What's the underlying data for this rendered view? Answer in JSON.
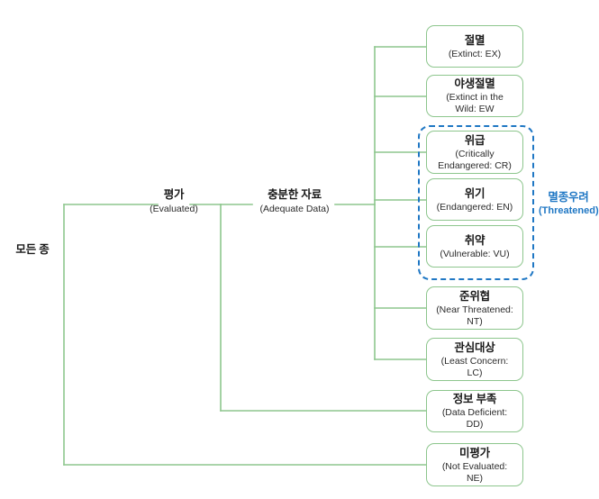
{
  "diagram": {
    "title": "IUCN Red List Categories",
    "colors": {
      "box_border": "#8DC68D",
      "connector": "#8DC68D",
      "group_outline": "#1F77C4",
      "group_label": "#1F77C4",
      "text": "#1a1a1a",
      "background": "#ffffff"
    }
  },
  "stages": [
    {
      "id": "all-species",
      "ko": "모든 종",
      "en": ""
    },
    {
      "id": "evaluated",
      "ko": "평가",
      "en": "(Evaluated)"
    },
    {
      "id": "adequate-data",
      "ko": "충분한 자료",
      "en": "(Adequate Data)"
    }
  ],
  "categories": [
    {
      "id": "extinct",
      "ko": "절멸",
      "en": "(Extinct: EX)",
      "code": "EX"
    },
    {
      "id": "extinct-in-the-wild",
      "ko": "야생절멸",
      "en": "(Extinct in the\nWild: EW",
      "code": "EW"
    },
    {
      "id": "critically-endangered",
      "ko": "위급",
      "en": "(Critically\nEndangered: CR)",
      "code": "CR"
    },
    {
      "id": "endangered",
      "ko": "위기",
      "en": "(Endangered: EN)",
      "code": "EN"
    },
    {
      "id": "vulnerable",
      "ko": "취약",
      "en": "(Vulnerable: VU)",
      "code": "VU"
    },
    {
      "id": "near-threatened",
      "ko": "준위협",
      "en": "(Near Threatened:\nNT)",
      "code": "NT"
    },
    {
      "id": "least-concern",
      "ko": "관심대상",
      "en": "(Least Concern:\nLC)",
      "code": "LC"
    },
    {
      "id": "data-deficient",
      "ko": "정보 부족",
      "en": "(Data Deficient:\nDD)",
      "code": "DD"
    },
    {
      "id": "not-evaluated",
      "ko": "미평가",
      "en": "(Not Evaluated:\nNE)",
      "code": "NE"
    }
  ],
  "group": {
    "id": "threatened",
    "ko": "멸종우려",
    "en": "(Threatened)",
    "members": [
      "CR",
      "EN",
      "VU"
    ]
  }
}
